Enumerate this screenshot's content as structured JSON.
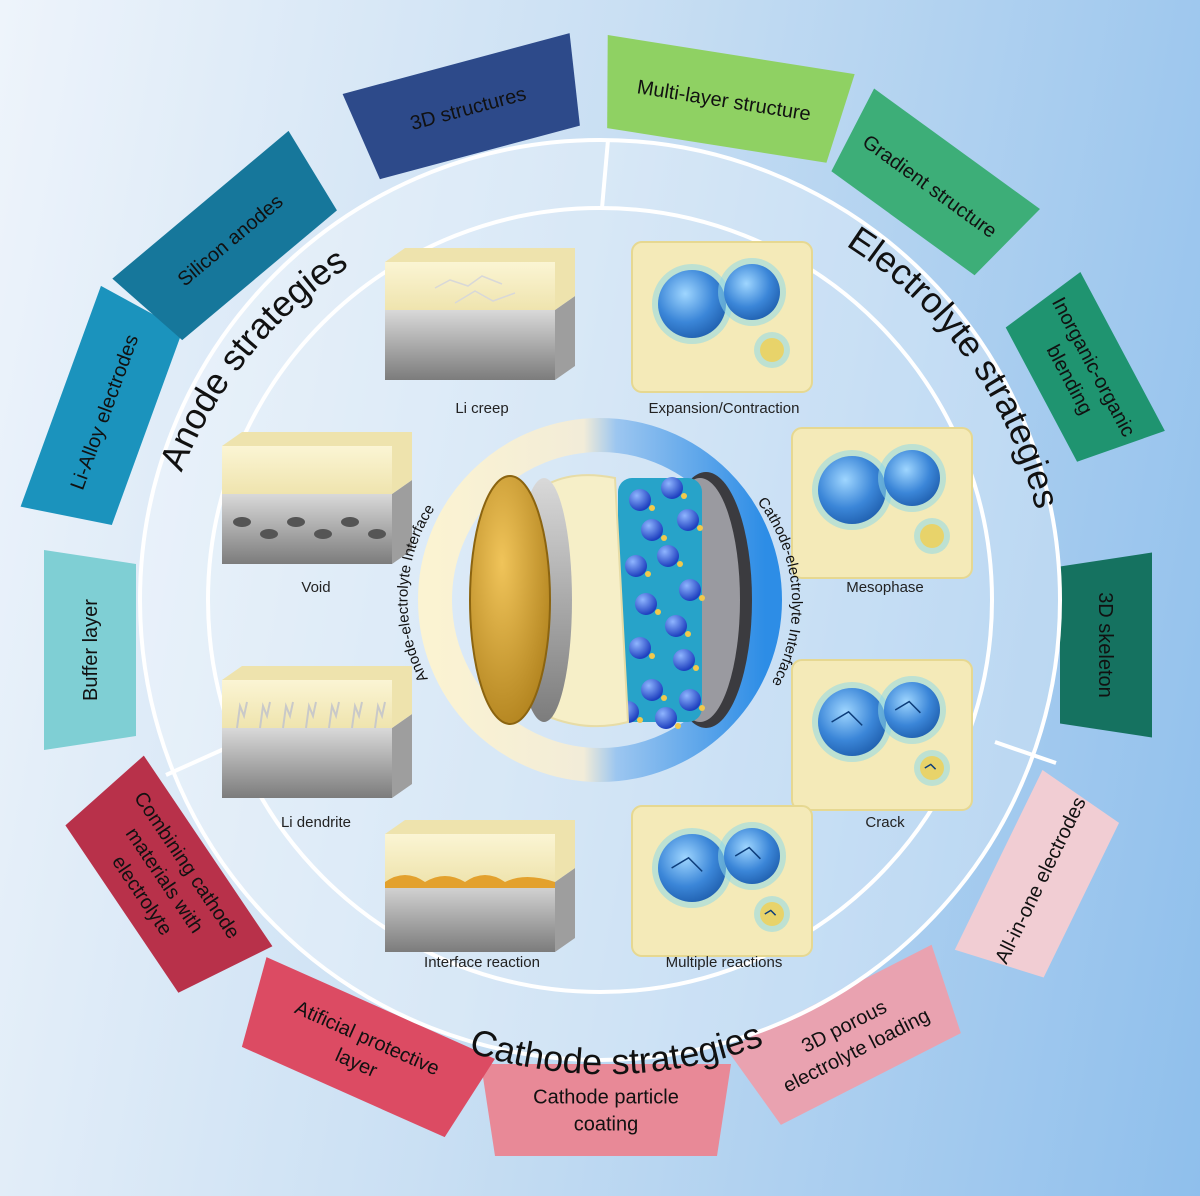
{
  "center": {
    "anode_interface": "Anode-electrolyte Interface",
    "cathode_interface": "Cathode-electrolyte Interface"
  },
  "strategy_titles": {
    "anode": "Anode strategies",
    "electrolyte": "Electrolyte strategies",
    "cathode": "Cathode strategies"
  },
  "segments": [
    {
      "id": "3d-structures",
      "lines": [
        "3D structures"
      ],
      "color": "#2d4a8a"
    },
    {
      "id": "multi-layer-structure",
      "lines": [
        "Multi-layer structure"
      ],
      "color": "#8fd163"
    },
    {
      "id": "gradient-structure",
      "lines": [
        "Gradient structure"
      ],
      "color": "#3dae78"
    },
    {
      "id": "inorganic-organic-blending",
      "lines": [
        "Inorganic-organic",
        "blending"
      ],
      "color": "#1f9470"
    },
    {
      "id": "3d-skeleton",
      "lines": [
        "3D skeleton"
      ],
      "color": "#157260"
    },
    {
      "id": "all-in-one-electrodes",
      "lines": [
        "All-in-one electrodes"
      ],
      "color": "#f1cdd3"
    },
    {
      "id": "3d-porous-electrolyte-loading",
      "lines": [
        "3D porous",
        "electrolyte loading"
      ],
      "color": "#e9a2b0"
    },
    {
      "id": "cathode-particle-coating",
      "lines": [
        "Cathode particle",
        "coating"
      ],
      "color": "#e88997"
    },
    {
      "id": "atificial-protective-layer",
      "lines": [
        "Atificial protective",
        "layer"
      ],
      "color": "#dc4b63"
    },
    {
      "id": "combining-cathode-materials",
      "lines": [
        "Combining cathode",
        "materials with",
        "electrolyte"
      ],
      "color": "#b8314a"
    },
    {
      "id": "buffer-layer",
      "lines": [
        "Buffer layer"
      ],
      "color": "#7fcfd4"
    },
    {
      "id": "li-alloy-electrodes",
      "lines": [
        "Li-Alloy electrodes"
      ],
      "color": "#1b93bd"
    },
    {
      "id": "silicon-anodes",
      "lines": [
        "Silicon anodes"
      ],
      "color": "#16779b"
    }
  ],
  "panels": [
    {
      "id": "li-creep",
      "caption": "Li creep",
      "kind": "anode"
    },
    {
      "id": "expansion-contraction",
      "caption": "Expansion/Contraction",
      "kind": "cathode"
    },
    {
      "id": "void",
      "caption": "Void",
      "kind": "anode"
    },
    {
      "id": "mesophase",
      "caption": "Mesophase",
      "kind": "cathode"
    },
    {
      "id": "li-dendrite",
      "caption": "Li dendrite",
      "kind": "anode"
    },
    {
      "id": "crack",
      "caption": "Crack",
      "kind": "cathode"
    },
    {
      "id": "interface-reaction",
      "caption": "Interface reaction",
      "kind": "anode"
    },
    {
      "id": "multiple-reactions",
      "caption": "Multiple reactions",
      "kind": "cathode"
    }
  ]
}
